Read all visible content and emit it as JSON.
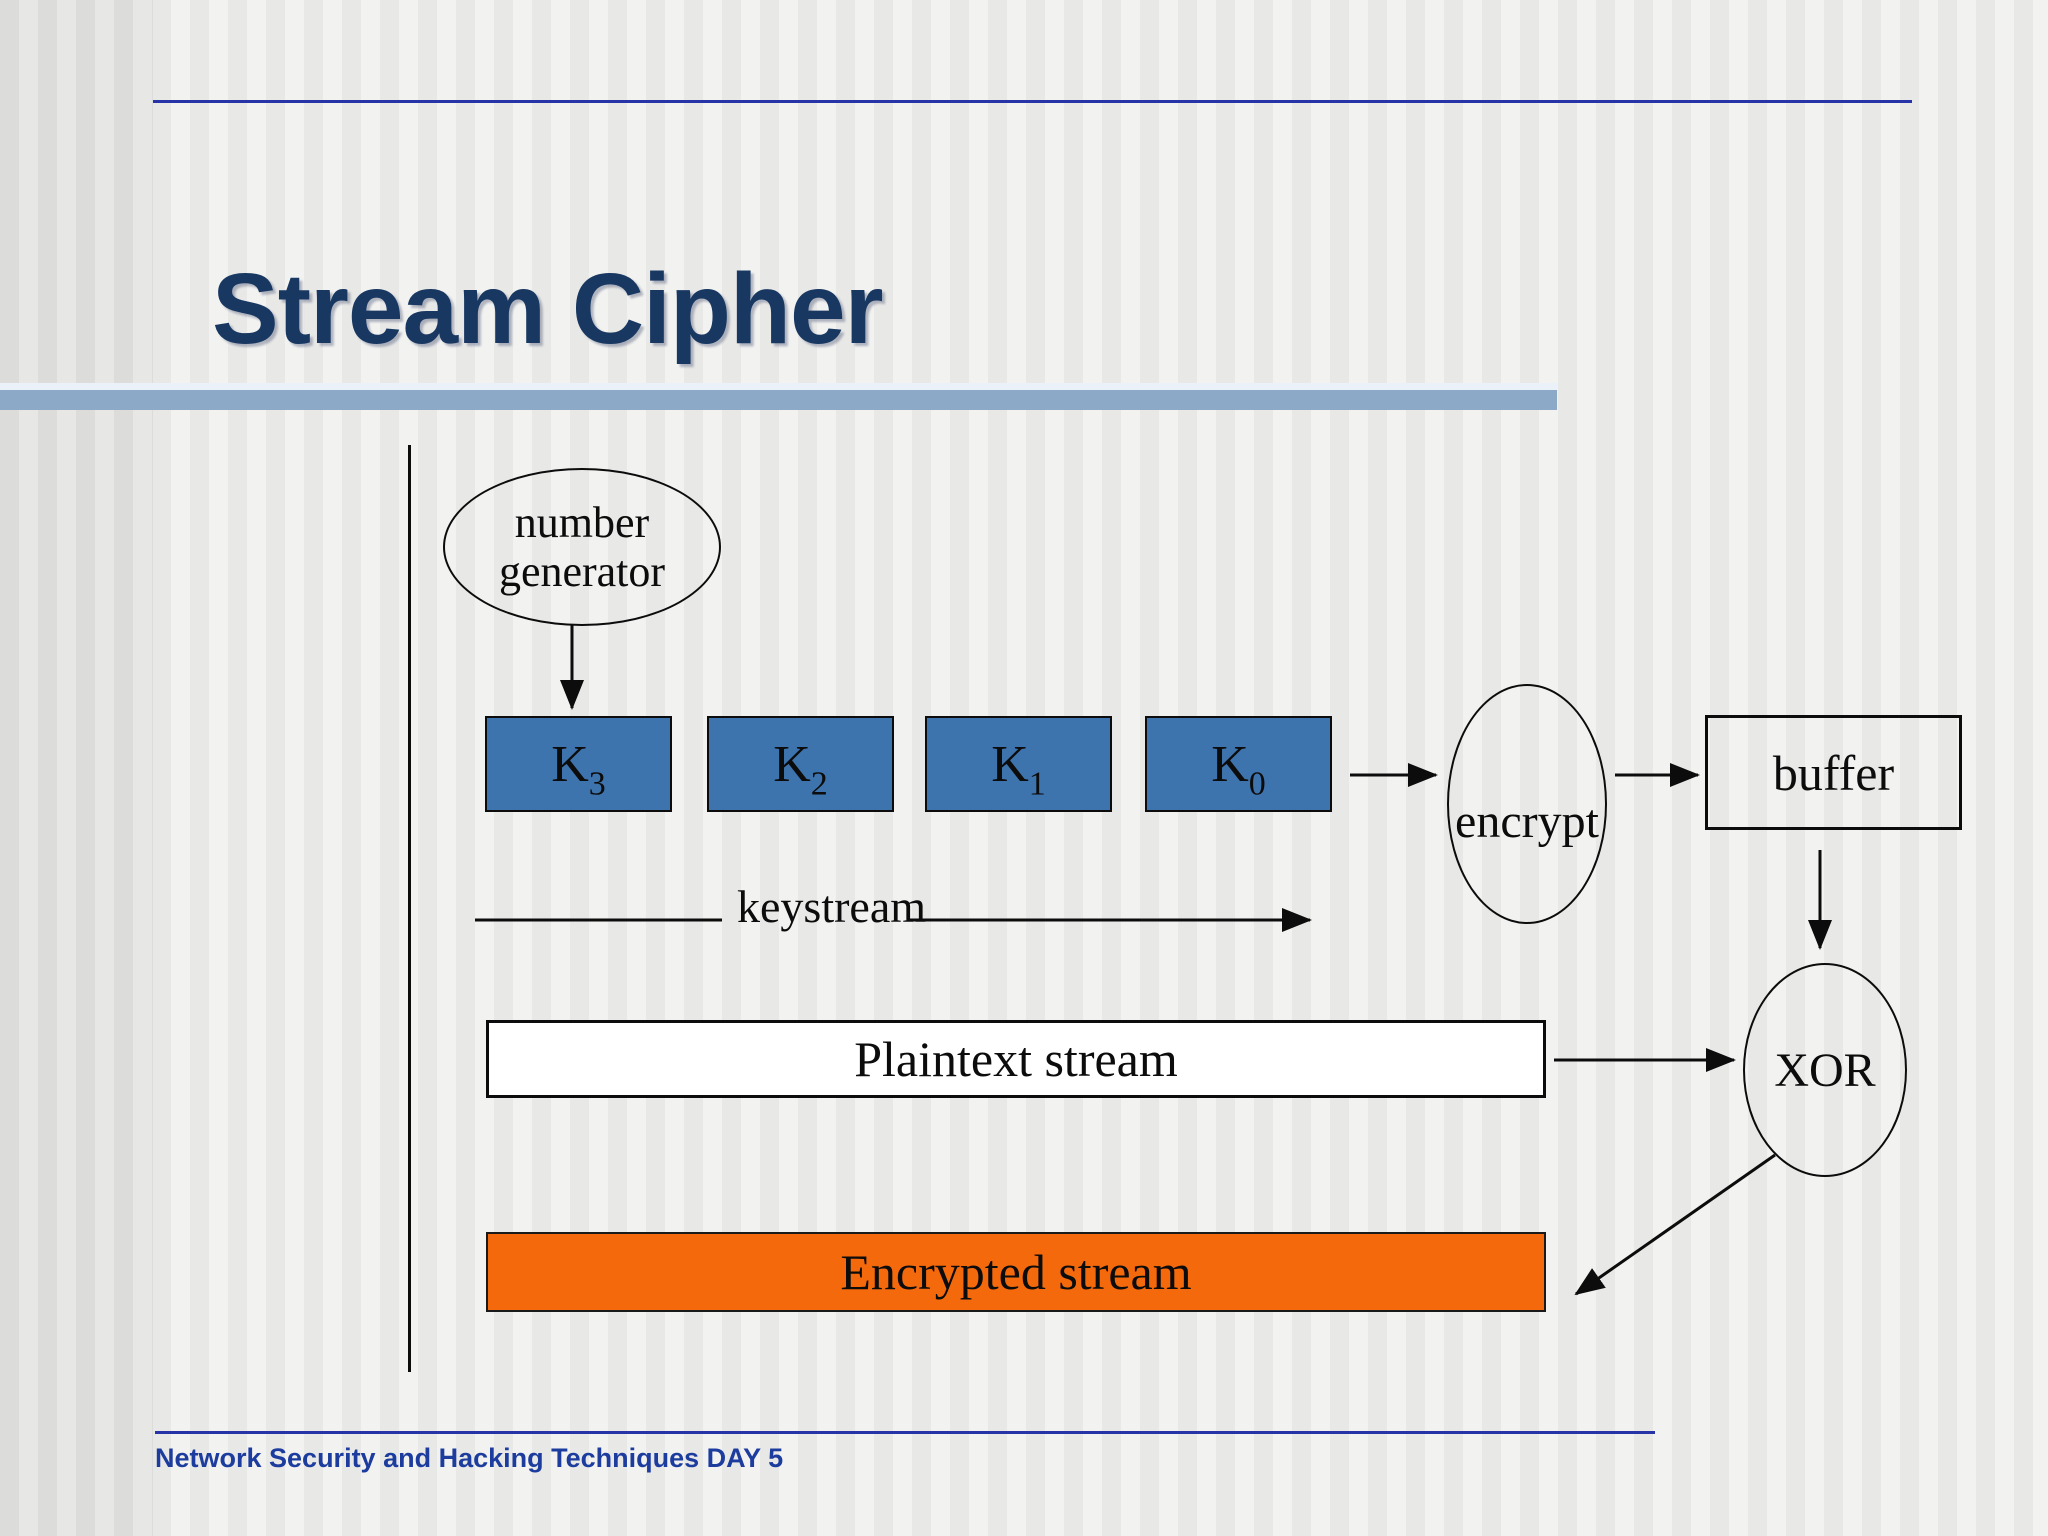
{
  "slide": {
    "title": "Stream Cipher",
    "footer": "Network Security and Hacking Techniques DAY 5"
  },
  "diagram": {
    "generator": {
      "line1": "number",
      "line2": "generator"
    },
    "k_boxes": [
      {
        "base": "K",
        "sub": "3"
      },
      {
        "base": "K",
        "sub": "2"
      },
      {
        "base": "K",
        "sub": "1"
      },
      {
        "base": "K",
        "sub": "0"
      }
    ],
    "encrypt_label": "encrypt",
    "buffer_label": "buffer",
    "keystream_label": "keystream",
    "plaintext_label": "Plaintext stream",
    "xor_label": "XOR",
    "encrypted_label": "Encrypted stream"
  },
  "colors": {
    "title_text": "#183862",
    "rule_lines": "#2634a8",
    "accent_bar": "#8ca9c8",
    "k_box_fill": "#3e74ae",
    "plaintext_fill": "#ffffff",
    "encrypted_fill": "#f5690d",
    "footer_text": "#1c3c9e",
    "diagram_stroke": "#0c0c0c"
  }
}
